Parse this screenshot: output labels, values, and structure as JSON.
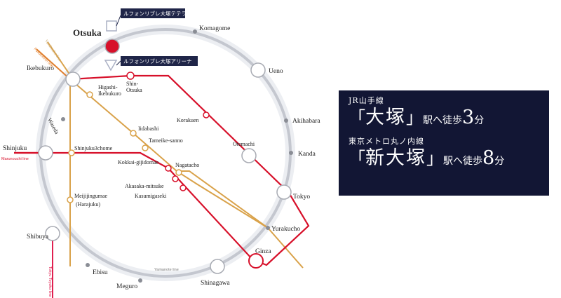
{
  "properties": {
    "terrace_label": "ルフォンリブレ大塚テテラス",
    "arena_label": "ルフォンリブレ大塚アリーナ"
  },
  "stations": {
    "otsuka": "Otsuka",
    "komagome": "Komagome",
    "ueno": "Ueno",
    "akihabara": "Akihabara",
    "kanda": "Kanda",
    "tokyo": "Tokyo",
    "yurakucho": "Yurakucho",
    "ginza": "Ginza",
    "shinagawa": "Shinagawa",
    "meguro": "Meguro",
    "ebisu": "Ebisu",
    "shibuya": "Shibuya",
    "shinjuku": "Shinjuku",
    "ikebukuro": "Ikebukuro",
    "shin_otsuka_1": "Shin-",
    "shin_otsuka_2": "Otsuka",
    "higashi_1": "Higashi-",
    "higashi_2": "Ikebukuro",
    "korakuen": "Korakuen",
    "otemachi": "Otemachi",
    "iidabashi": "Iidabashi",
    "tameike": "Tameike-sanno",
    "nagatacho": "Nagatacho",
    "kokkai": "Kokkai-gijidomae",
    "akasaka": "Akasaka-mitsuke",
    "kasumigaseki": "Kasumigaseki",
    "shinjuku3": "Shinjuku3chome",
    "meiji_1": "Meijijingumae",
    "meiji_2": "(Harajuku)",
    "waseda": "Waseda"
  },
  "line_labels": {
    "yurakucho_line": "Yurakucho line",
    "fukutoshin_line": "Fukutoshin line",
    "marunouchi_line": "Marunouchi line",
    "yamanote_line": "Yamanote line",
    "toyoko_line": "Tokyu Toyoko line"
  },
  "info": {
    "line1_label": "JR山手線",
    "line1_bracket_open": "「",
    "line1_station": "大塚",
    "line1_bracket_close": "」",
    "line1_suffix": "駅へ徒歩",
    "line1_minutes": "3",
    "line1_unit": "分",
    "line2_label": "東京メトロ丸ノ内線",
    "line2_bracket_open": "「",
    "line2_station": "新大塚",
    "line2_bracket_close": "」",
    "line2_suffix": "駅へ徒歩",
    "line2_minutes": "8",
    "line2_unit": "分"
  },
  "colors": {
    "marunouchi": "#d7102a",
    "yurakucho": "#d9a24a",
    "yamanote_ring": "#c9ccd3",
    "panel": "#121634",
    "otsuka_marker": "#d7102a"
  }
}
